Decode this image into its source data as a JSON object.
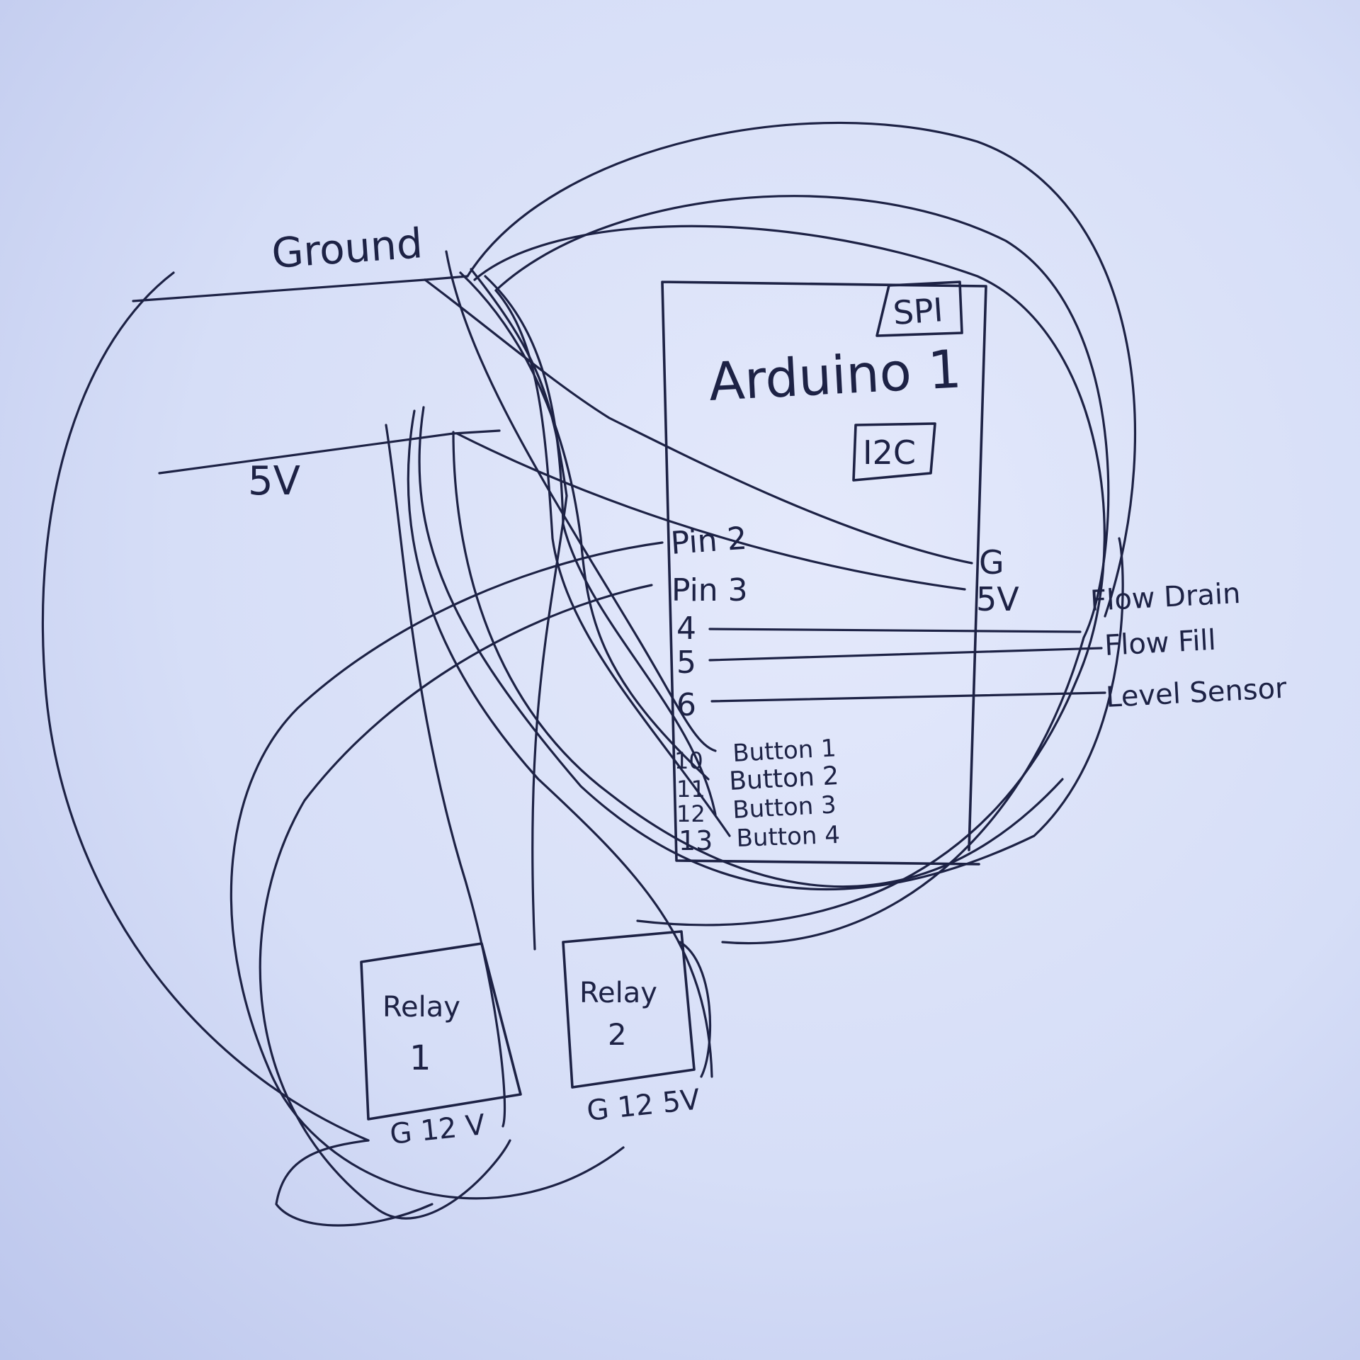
{
  "labels": {
    "ground": "Ground",
    "five_v": "5V",
    "arduino": "Arduino 1",
    "spi": "SPI",
    "i2c": "I2C",
    "arduino_g": "G",
    "arduino_5v": "5V",
    "pin2": "Pin 2",
    "pin3": "Pin 3",
    "pin4": "4",
    "pin5": "5",
    "pin6": "6",
    "pin10": "10",
    "pin11": "11",
    "pin12": "12",
    "pin13": "13",
    "button1": "Button 1",
    "button2": "Button 2",
    "button3": "Button 3",
    "button4": "Button 4",
    "flow_drain": "Flow Drain",
    "flow_fill": "Flow Fill",
    "level_sensor": "Level Sensor",
    "relay1_name": "Relay",
    "relay1_num": "1",
    "relay1_pins": "G 12 V",
    "relay2_name": "Relay",
    "relay2_num": "2",
    "relay2_pins": "G 12 5V"
  }
}
